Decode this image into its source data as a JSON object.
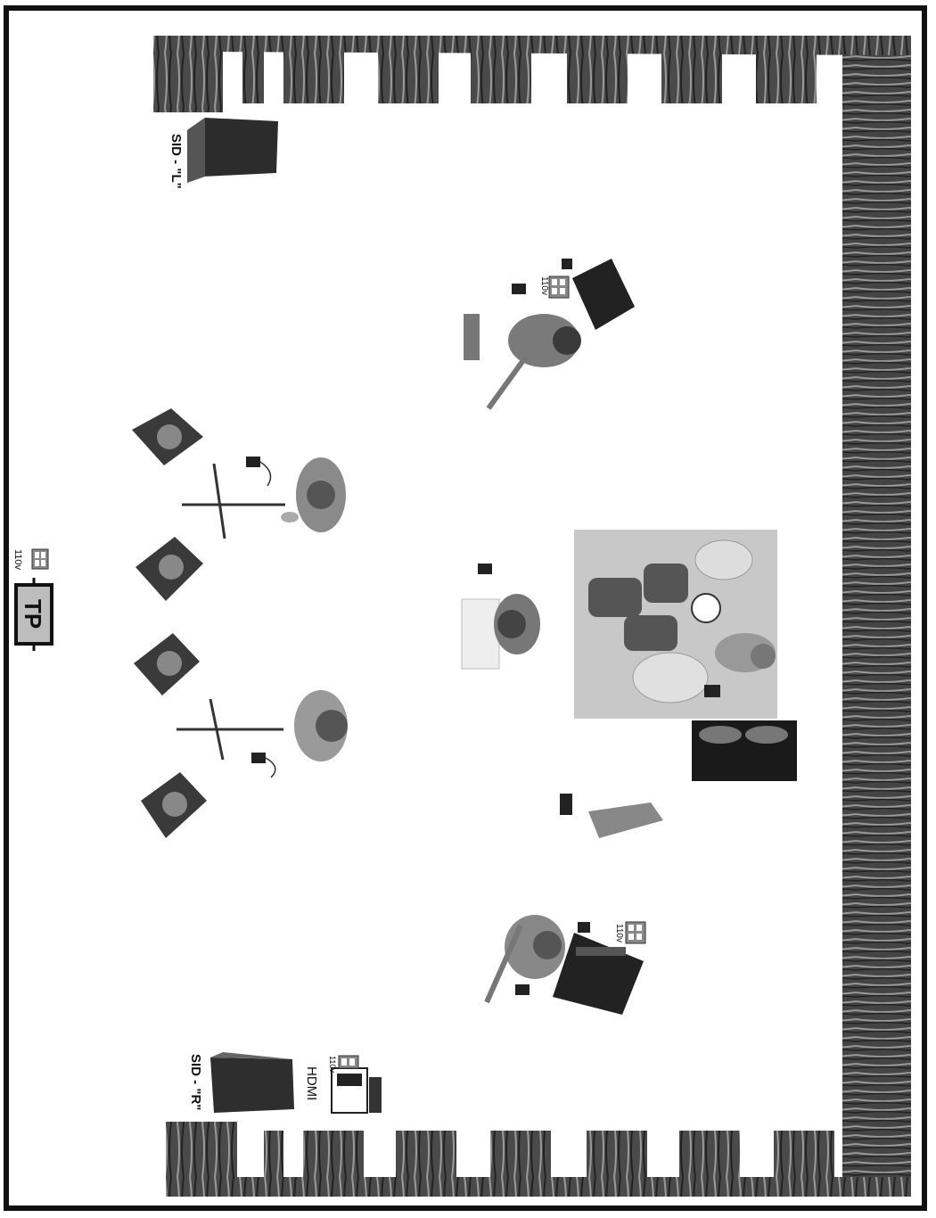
{
  "labels": {
    "sub_left": "SID - \"L\"",
    "sub_right": "SID - \"R\"",
    "tp": "TP",
    "hdmi": "HDMI",
    "outlet_tp": "110v",
    "outlet_guitar_left": "110v",
    "outlet_guitar_right": "110v",
    "outlet_hdmi": "110v"
  },
  "colors": {
    "curtain": "#4a4a4a",
    "curtain_light": "#8a8a8a",
    "frame": "#111111",
    "drum_riser": "#c8c8c8",
    "speaker": "#3a3a3a"
  }
}
